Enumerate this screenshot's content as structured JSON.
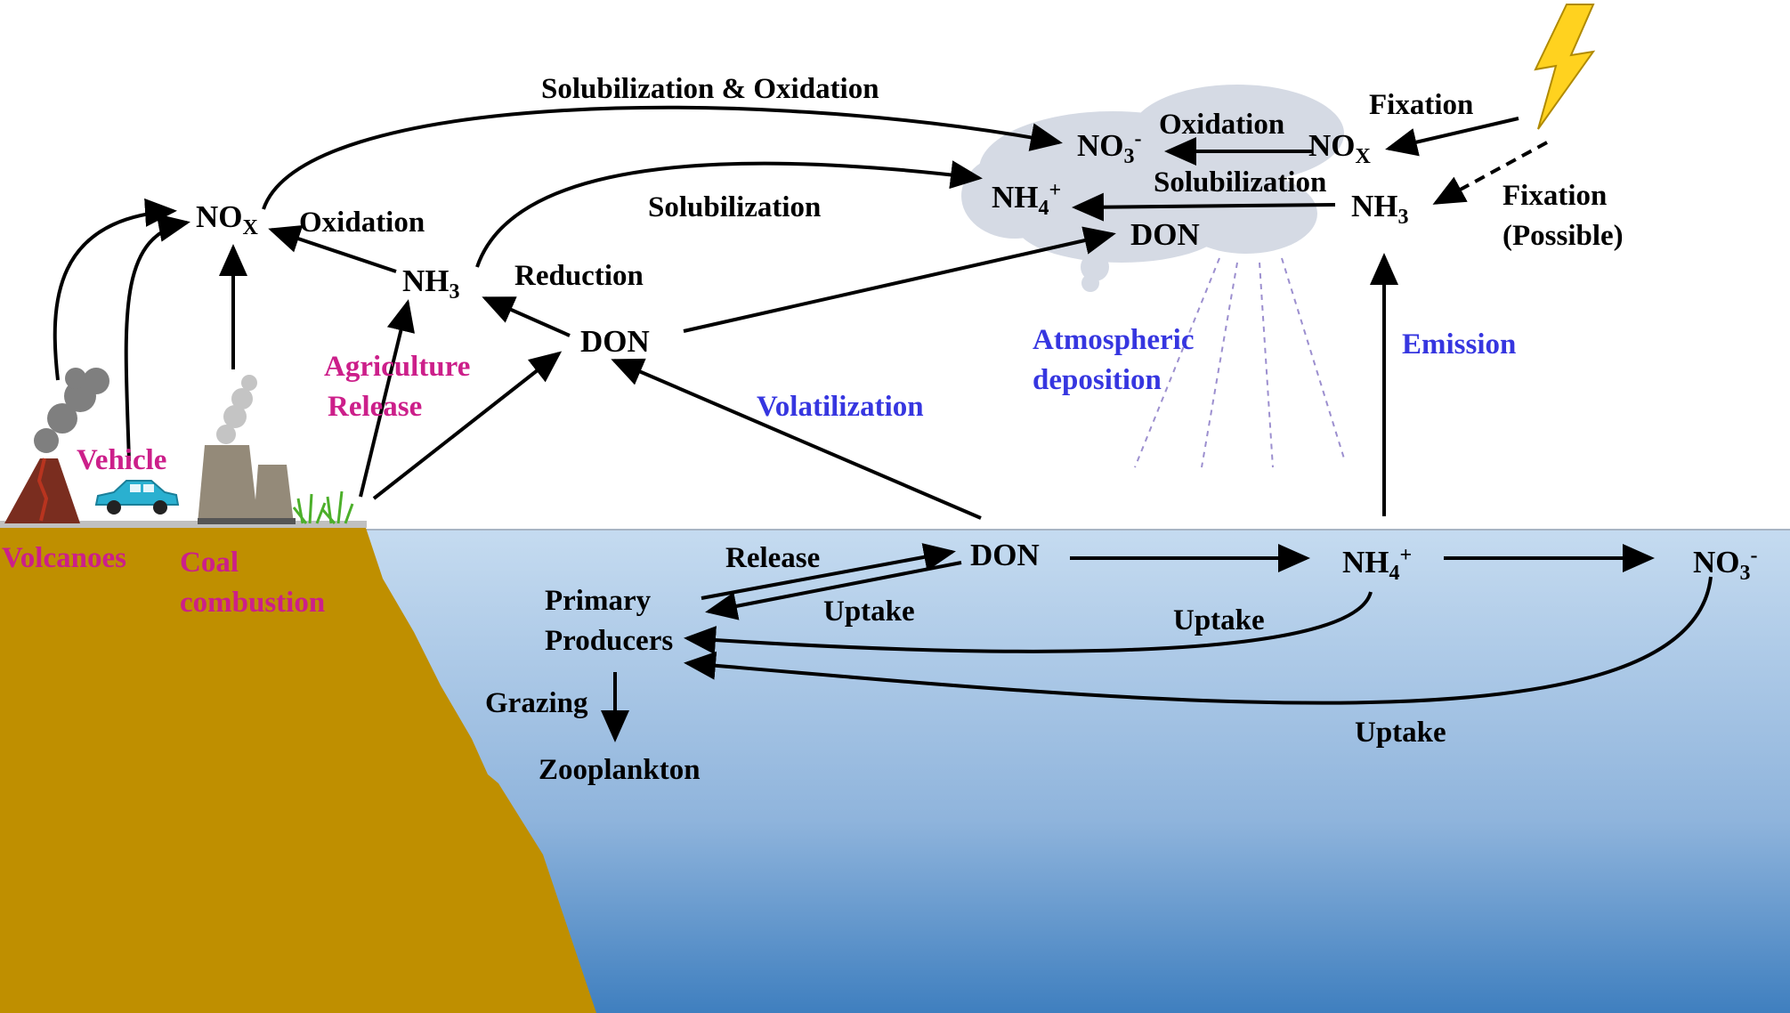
{
  "sources": {
    "volcanoes": "Volcanoes",
    "vehicle": "Vehicle",
    "coal_line1": "Coal",
    "coal_line2": "combustion",
    "agri_line1": "Agriculture",
    "agri_line2": "Release"
  },
  "species": {
    "nox_land": {
      "base": "NO",
      "sub": "X"
    },
    "nh3_land": {
      "base": "NH",
      "sub": "3"
    },
    "don_land": "DON",
    "cloud_no3": {
      "base": "NO",
      "sub": "3",
      "sup": "-"
    },
    "cloud_nh4": {
      "base": "NH",
      "sub": "4",
      "sup": "+"
    },
    "cloud_don": "DON",
    "cloud_nox": {
      "base": "NO",
      "sub": "X"
    },
    "nh3_air": {
      "base": "NH",
      "sub": "3"
    },
    "don_ocean": "DON",
    "nh4_ocean": {
      "base": "NH",
      "sub": "4",
      "sup": "+"
    },
    "no3_ocean": {
      "base": "NO",
      "sub": "3",
      "sup": "-"
    },
    "primary_line1": "Primary",
    "primary_line2": "Producers",
    "zooplankton": "Zooplankton"
  },
  "processes": {
    "solub_oxid": "Solubilization & Oxidation",
    "oxidation_land": "Oxidation",
    "solubilization_land": "Solubilization",
    "reduction": "Reduction",
    "oxidation_cloud": "Oxidation",
    "solubilization_cloud": "Solubilization",
    "fixation": "Fixation",
    "fixation_possible_line1": "Fixation",
    "fixation_possible_line2": "(Possible)",
    "atmos_line1": "Atmospheric",
    "atmos_line2": "deposition",
    "emission": "Emission",
    "volatilization": "Volatilization",
    "release": "Release",
    "uptake_don": "Uptake",
    "uptake_nh4": "Uptake",
    "uptake_no3": "Uptake",
    "grazing": "Grazing"
  },
  "colors": {
    "source_label": "#cc1f8a",
    "process_label": "#3636e0",
    "land": "#bf8f00",
    "ocean_top": "#c5dbf0",
    "ocean_bottom": "#3f7fbf",
    "cloud": "#d5dae4",
    "lightning": "#ffd21f"
  },
  "icons": [
    "volcano-icon",
    "car-icon",
    "cooling-tower-icon",
    "grass-icon",
    "smoke-icon",
    "lightning-icon",
    "cloud-icon"
  ]
}
